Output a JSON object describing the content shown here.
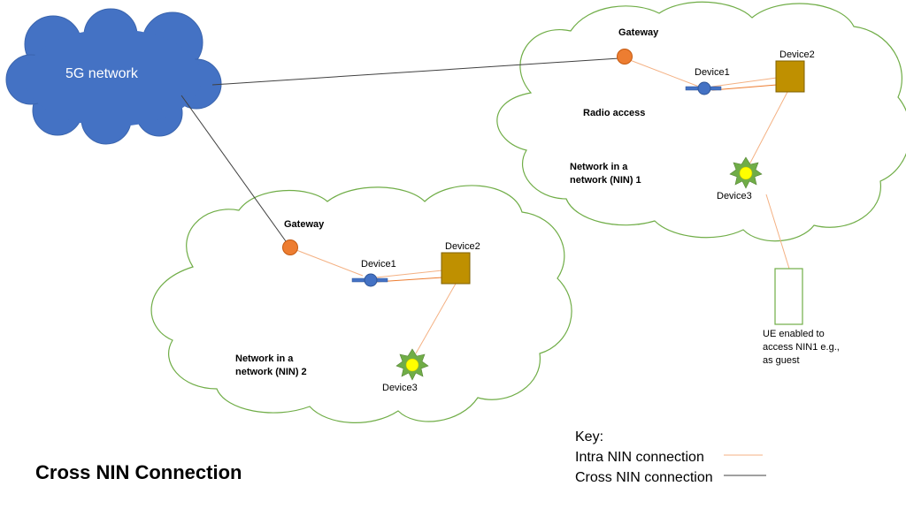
{
  "title": "Cross NIN Connection",
  "colors": {
    "cloud5g_fill": "#4472c4",
    "nin_cloud_stroke": "#70ad47",
    "gateway": "#ed7d31",
    "device1": "#4472c4",
    "device2": "#bf9000",
    "device3": "#ffff00",
    "intra_line": "#f4b183",
    "cross_line": "#404040"
  },
  "cloud_5g": {
    "label": "5G network"
  },
  "nin1": {
    "gateway_label": "Gateway",
    "device1_label": "Device1",
    "device2_label": "Device2",
    "device3_label": "Device3",
    "radio_label": "Radio access",
    "name_line1": "Network in a",
    "name_line2": "network (NIN)  1"
  },
  "nin2": {
    "gateway_label": "Gateway",
    "device1_label": "Device1",
    "device2_label": "Device2",
    "device3_label": "Device3",
    "name_line1": "Network in a",
    "name_line2": "network (NIN)  2"
  },
  "ue": {
    "line1": "UE enabled to",
    "line2": "access NIN1 e.g.,",
    "line3": "as guest"
  },
  "key": {
    "heading": "Key:",
    "intra": "Intra NIN connection",
    "cross": "Cross NIN connection"
  },
  "icons": {
    "gateway": "gateway-node-icon",
    "device1": "satellite-device-icon",
    "device2": "square-device-icon",
    "device3": "sun-device-icon",
    "ue": "ue-device-icon"
  }
}
